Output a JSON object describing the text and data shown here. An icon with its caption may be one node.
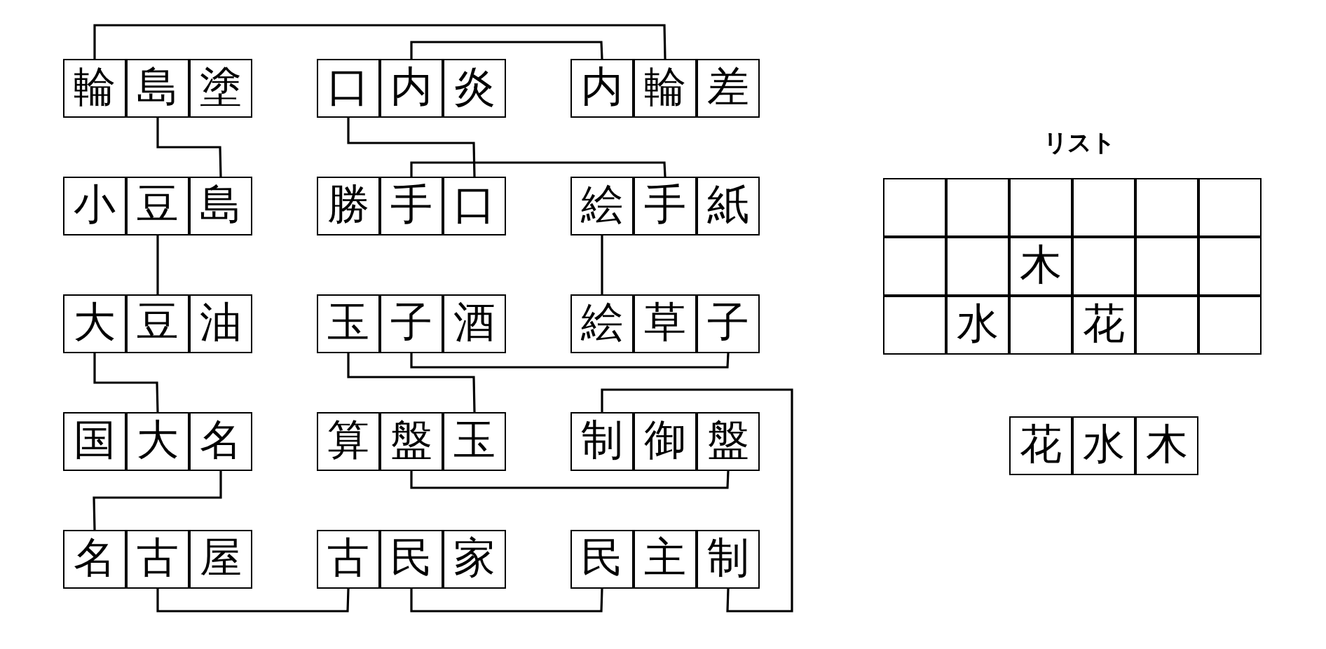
{
  "diagram": {
    "nodes": [
      {
        "text": [
          "輪"
        ]
      },
      {
        "text": [
          "島"
        ]
      },
      {
        "text": [
          "塗"
        ]
      },
      {
        "text": [
          "口"
        ]
      },
      {
        "text": [
          "内"
        ]
      },
      {
        "text": [
          "炎"
        ]
      },
      {
        "text": [
          "内"
        ]
      },
      {
        "text": [
          "輪"
        ]
      },
      {
        "text": [
          "差"
        ]
      },
      {
        "text": [
          "小"
        ]
      },
      {
        "text": [
          "豆"
        ]
      },
      {
        "text": [
          "島"
        ]
      },
      {
        "text": [
          "勝"
        ]
      },
      {
        "text": [
          "手"
        ]
      },
      {
        "text": [
          "口"
        ]
      },
      {
        "text": [
          "絵"
        ]
      },
      {
        "text": [
          "手"
        ]
      },
      {
        "text": [
          "紙"
        ]
      },
      {
        "text": [
          "大"
        ]
      },
      {
        "text": [
          "豆"
        ]
      },
      {
        "text": [
          "油"
        ]
      },
      {
        "text": [
          "玉"
        ]
      },
      {
        "text": [
          "子"
        ]
      },
      {
        "text": [
          "酒"
        ]
      },
      {
        "text": [
          "絵"
        ]
      },
      {
        "text": [
          "草"
        ]
      },
      {
        "text": [
          "子"
        ]
      },
      {
        "text": [
          "国"
        ]
      },
      {
        "text": [
          "大"
        ]
      },
      {
        "text": [
          "名"
        ]
      },
      {
        "text": [
          "算"
        ]
      },
      {
        "text": [
          "盤"
        ]
      },
      {
        "text": [
          "玉"
        ]
      },
      {
        "text": [
          "制"
        ]
      },
      {
        "text": [
          "御"
        ]
      },
      {
        "text": [
          "盤"
        ]
      },
      {
        "text": [
          "名"
        ]
      },
      {
        "text": [
          "古"
        ]
      },
      {
        "text": [
          "屋"
        ]
      },
      {
        "text": [
          "古"
        ]
      },
      {
        "text": [
          "民"
        ]
      },
      {
        "text": [
          "家"
        ]
      },
      {
        "text": [
          "民"
        ]
      },
      {
        "text": [
          "主"
        ]
      },
      {
        "text": [
          "制"
        ]
      },
      {
        "text": [],
        "shape": "box"
      },
      {
        "text": [],
        "shape": "box"
      },
      {
        "text": [],
        "shape": "box"
      },
      {
        "text": [],
        "shape": "box"
      },
      {
        "text": [],
        "shape": "box"
      },
      {
        "text": [],
        "shape": "box"
      },
      {
        "text": [],
        "shape": "box"
      },
      {
        "text": [],
        "shape": "box"
      },
      {
        "text": [
          "木"
        ]
      },
      {
        "text": [],
        "shape": "box"
      },
      {
        "text": [],
        "shape": "box"
      },
      {
        "text": [],
        "shape": "box"
      },
      {
        "text": [],
        "shape": "box"
      },
      {
        "text": [
          "水"
        ]
      },
      {
        "text": [],
        "shape": "box"
      },
      {
        "text": [
          "花"
        ]
      },
      {
        "text": [],
        "shape": "box"
      },
      {
        "text": [],
        "shape": "box"
      },
      {
        "text": [
          "花"
        ]
      },
      {
        "text": [
          "水"
        ]
      },
      {
        "text": [
          "木"
        ]
      }
    ],
    "edges": [
      {
        "from": 0,
        "to": 7,
        "arrow": "none"
      },
      {
        "from": 4,
        "to": 6,
        "arrow": "none"
      },
      {
        "from": 1,
        "to": 11,
        "arrow": "none"
      },
      {
        "from": 3,
        "to": 14,
        "arrow": "none"
      },
      {
        "from": 13,
        "to": 16,
        "arrow": "none"
      },
      {
        "from": 10,
        "to": 19,
        "arrow": "none"
      },
      {
        "from": 15,
        "to": 24,
        "arrow": "none"
      },
      {
        "from": 18,
        "to": 28,
        "arrow": "none"
      },
      {
        "from": 21,
        "to": 32,
        "arrow": "none"
      },
      {
        "from": 22,
        "to": 26,
        "arrow": "none"
      },
      {
        "from": 29,
        "to": 36,
        "arrow": "none"
      },
      {
        "from": 31,
        "to": 35,
        "arrow": "none"
      },
      {
        "from": 33,
        "to": 44,
        "arrow": "none"
      },
      {
        "from": 37,
        "to": 39,
        "arrow": "none"
      },
      {
        "from": 40,
        "to": 42,
        "arrow": "none"
      }
    ],
    "labels": [
      "リスト"
    ]
  }
}
